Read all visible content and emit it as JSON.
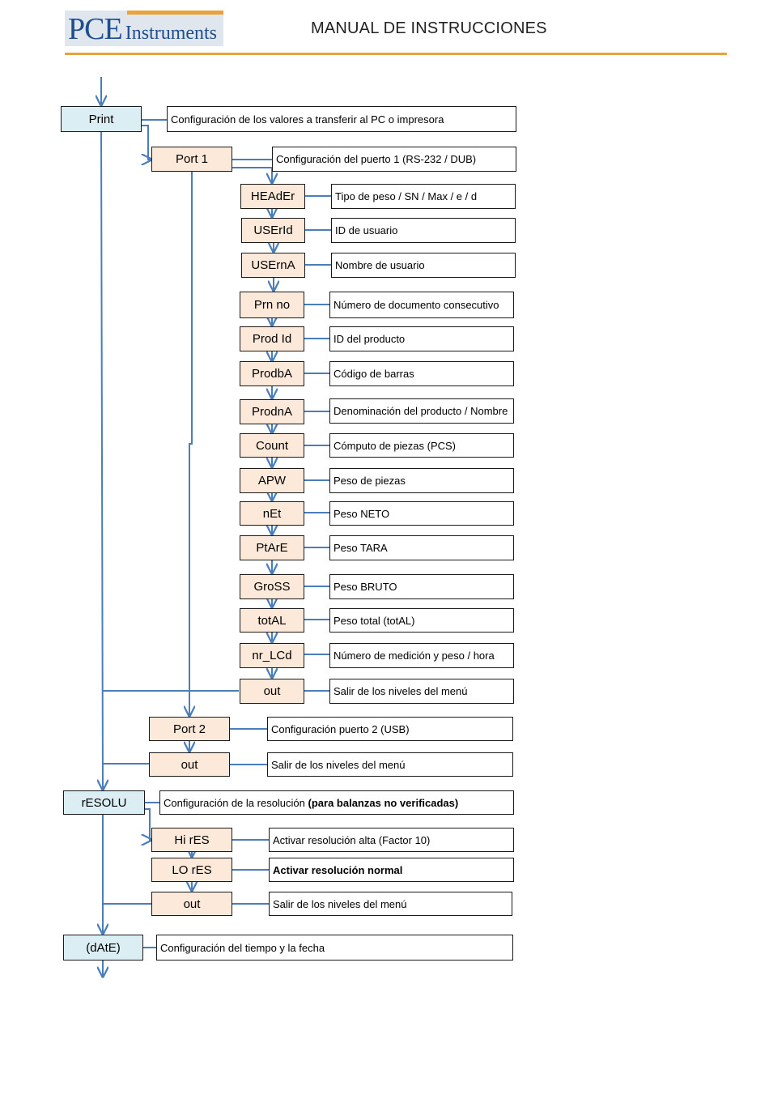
{
  "header": {
    "logo_main": "PCE",
    "logo_sub": "Instruments",
    "title": "MANUAL DE INSTRUCCIONES"
  },
  "menu": {
    "print": {
      "label": "Print",
      "desc": "Configuración de los valores a transferir al PC o impresora"
    },
    "port1": {
      "label": "Port 1",
      "desc": "Configuración del puerto 1 (RS-232 / DUB)"
    },
    "port1_items": [
      {
        "label": "HEAdEr",
        "desc": "Tipo de peso / SN / Max / e / d"
      },
      {
        "label": "USErId",
        "desc": "ID de usuario"
      },
      {
        "label": "USErnA",
        "desc": "Nombre de usuario"
      },
      {
        "label": "Prn no",
        "desc": "Número de documento consecutivo"
      },
      {
        "label": "Prod Id",
        "desc": "ID del producto"
      },
      {
        "label": "ProdbA",
        "desc": "Código de barras"
      },
      {
        "label": "ProdnA",
        "desc": "Denominación del producto / Nombre"
      },
      {
        "label": "Count",
        "desc": "Cómputo de piezas (PCS)"
      },
      {
        "label": "APW",
        "desc": "Peso de piezas"
      },
      {
        "label": "nEt",
        "desc": "Peso NETO"
      },
      {
        "label": "PtArE",
        "desc": "Peso TARA"
      },
      {
        "label": "GroSS",
        "desc": "Peso BRUTO"
      },
      {
        "label": "totAL",
        "desc": "Peso total (totAL)"
      },
      {
        "label": "nr_LCd",
        "desc": "Número de medición y peso / hora"
      },
      {
        "label": "out",
        "desc": "Salir de los niveles del menú"
      }
    ],
    "port2": {
      "label": "Port 2",
      "desc": "Configuración puerto 2 (USB)"
    },
    "out_print": {
      "label": "out",
      "desc": "Salir de los niveles del menú"
    },
    "resolu": {
      "label": "rESOLU",
      "desc": "Configuración de la resolución",
      "desc_bold": "(para balanzas no verificadas)"
    },
    "resolu_items": [
      {
        "label": "Hi rES",
        "desc": "Activar resolución alta (Factor 10)"
      },
      {
        "label": "LO rES",
        "desc": "Activar resolución normal"
      },
      {
        "label": "out",
        "desc": "Salir de los niveles del menú"
      }
    ],
    "date": {
      "label": "(dAtE)",
      "desc": "Configuración del tiempo y la fecha"
    }
  },
  "colors": {
    "main_fill": "#dbeef4",
    "sub_fill": "#fde9d9",
    "connector": "#4a7ebb",
    "accent": "#e8a33a",
    "logo_blue": "#1f4e8f"
  }
}
